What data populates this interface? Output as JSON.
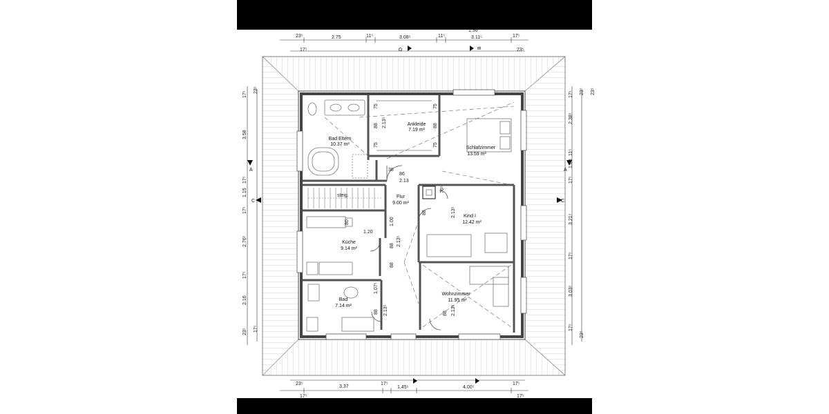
{
  "rooms": [
    {
      "name": "Bad Eltern",
      "area": "10.37 m²"
    },
    {
      "name": "Ankleide",
      "area": "7.19 m²"
    },
    {
      "name": "Schlafzimmer",
      "area": "13.59 m²"
    },
    {
      "name": "Flur",
      "area": "9.00 m²"
    },
    {
      "name": "Kind I",
      "area": "12.42 m²"
    },
    {
      "name": "Küche",
      "area": "9.14 m²"
    },
    {
      "name": "Bad",
      "area": "7.14 m²"
    },
    {
      "name": "Wohnzimmer",
      "area": "11.95 m²"
    }
  ],
  "dimensions": {
    "top_outer": [
      "23⁵",
      "2.75",
      "11⁵",
      "3.08⁵",
      "11⁵",
      "3.11⁵",
      "17⁵"
    ],
    "top_inner": [
      "17⁵",
      "23⁵"
    ],
    "top_partial": "1.36",
    "bottom_outer": [
      "23⁵",
      "3.37",
      "17⁵",
      "1.45⁵",
      "4.00⁵",
      "17⁵"
    ],
    "bottom_inner": [
      "17⁵",
      "17⁵"
    ],
    "left_outer": [
      "17⁵",
      "3.58",
      "17⁵",
      "1.15",
      "17⁵",
      "2.76⁵",
      "17⁵",
      "2.16",
      "23⁵",
      "17⁵"
    ],
    "left_inner": [
      "23⁵"
    ],
    "right_outer": [
      "17⁵",
      "2.38⁵",
      "11⁵",
      "1.08",
      "17⁵",
      "3.21⁵",
      "17⁵",
      "3.03⁵",
      "17⁵",
      "23⁵"
    ],
    "right_inner": [
      "23⁵",
      "23⁵"
    ],
    "interior": [
      "75",
      "75",
      "75",
      "75",
      "2.13⁵",
      "88",
      "88",
      "36",
      "86",
      "2.13",
      "76⁵",
      "88",
      "2.13⁵",
      "80",
      "1.20",
      "1.00",
      "88",
      "2.13⁵",
      "88",
      "1.07⁵",
      "88",
      "2.13⁵",
      "88",
      "2.13⁵"
    ]
  },
  "section_markers": {
    "A": "A",
    "B": "B",
    "C": "C",
    "D": "D"
  },
  "stair_label": "steig.",
  "colors": {
    "wall": "#4a4a4a",
    "roof_line": "#9a9a9a",
    "dim_line": "#333333",
    "band": "#000000"
  }
}
